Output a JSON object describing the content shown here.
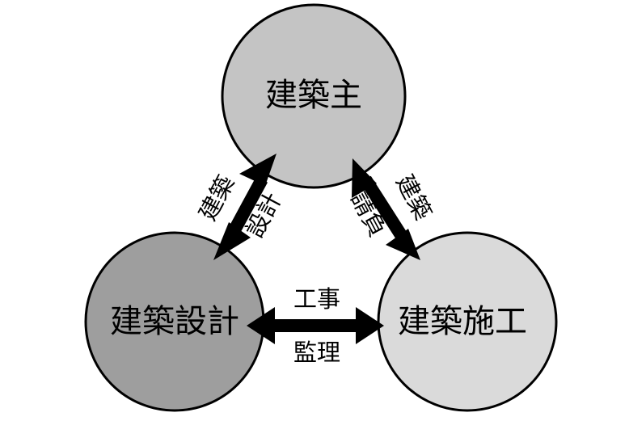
{
  "nodes": {
    "owner": {
      "label": "建築主",
      "fill": "#c4c4c4"
    },
    "design": {
      "label": "建築設計",
      "fill": "#9e9e9e"
    },
    "construction": {
      "label": "建築施工",
      "fill": "#dadada"
    }
  },
  "edges": {
    "owner_design": {
      "label_outer": "建築",
      "label_inner": "設計"
    },
    "owner_construction": {
      "label_outer": "建築",
      "label_inner": "請負"
    },
    "design_construction": {
      "label_top": "工事",
      "label_bottom": "監理"
    }
  }
}
